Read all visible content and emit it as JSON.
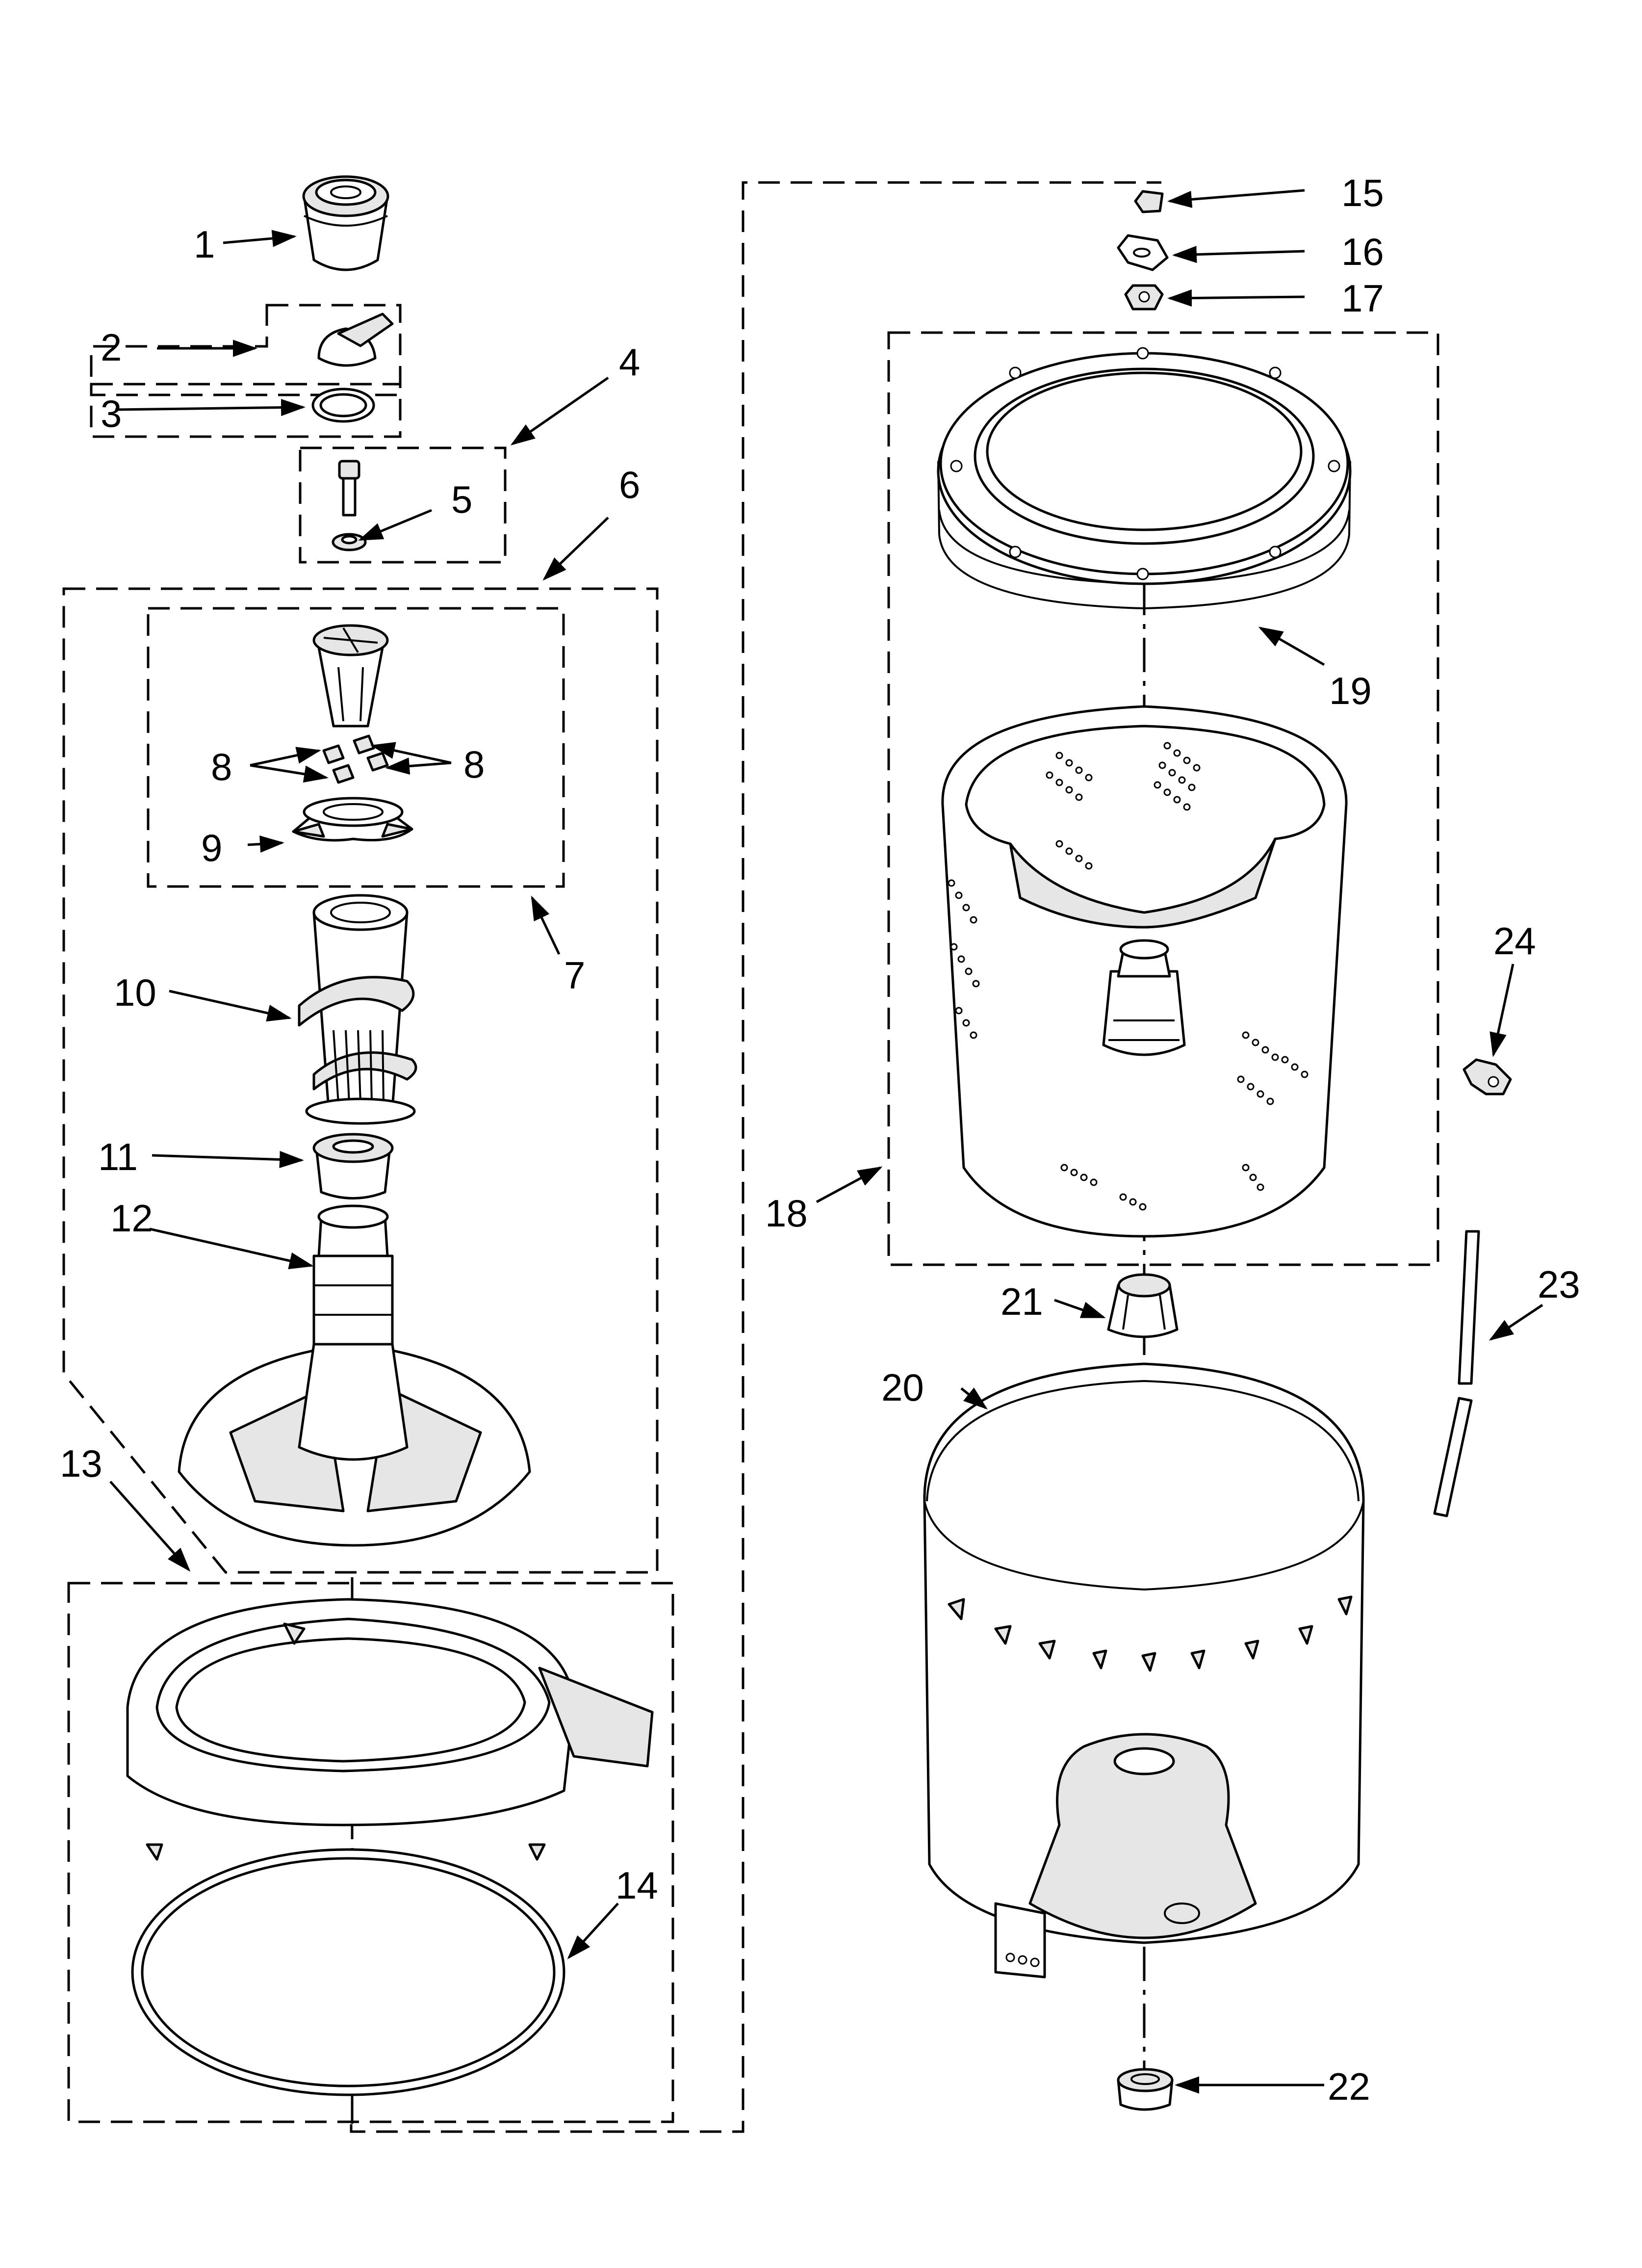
{
  "diagram": {
    "labels": [
      "1",
      "2",
      "3",
      "4",
      "5",
      "6",
      "7",
      "8",
      "8",
      "9",
      "10",
      "11",
      "12",
      "13",
      "14",
      "15",
      "16",
      "17",
      "18",
      "19",
      "20",
      "21",
      "22",
      "23",
      "24"
    ]
  }
}
